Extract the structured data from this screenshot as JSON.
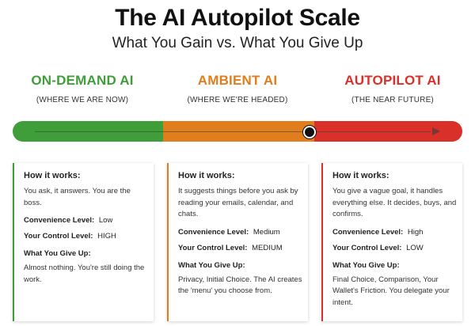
{
  "title": "The AI Autopilot Scale",
  "subtitle": "What You Gain vs. What You Give Up",
  "colors": {
    "green": "#3f9e3a",
    "orange": "#e07e1e",
    "red": "#d9302a"
  },
  "scale": {
    "marker_position": 0.66
  },
  "levels": [
    {
      "name": "ON-DEMAND AI",
      "sub": "(WHERE WE ARE NOW)",
      "card": {
        "how_label": "How it works:",
        "how_text": "You ask, it answers. You are the boss.",
        "convenience_label": "Convenience Level:",
        "convenience_value": "Low",
        "control_label": "Your Control Level:",
        "control_value": "HIGH",
        "give_label": "What You Give Up:",
        "give_text": "Almost nothing. You're still doing the work."
      }
    },
    {
      "name": "AMBIENT AI",
      "sub": "(WHERE WE'RE HEADED)",
      "card": {
        "how_label": "How it works:",
        "how_text": "It suggests things before you ask by reading your emails, calendar, and chats.",
        "convenience_label": "Convenience Level:",
        "convenience_value": "Medium",
        "control_label": "Your Control Level:",
        "control_value": "MEDIUM",
        "give_label": "What You Give Up:",
        "give_text": "Privacy, Initial Choice. The AI creates the 'menu' you choose from."
      }
    },
    {
      "name": "AUTOPILOT AI",
      "sub": "(THE NEAR FUTURE)",
      "card": {
        "how_label": "How it works:",
        "how_text": "You give a vague goal, it handles everything else. It decides, buys, and confirms.",
        "convenience_label": "Convenience Level:",
        "convenience_value": "High",
        "control_label": "Your Control Level:",
        "control_value": "LOW",
        "give_label": "What You Give Up:",
        "give_text": "Final Choice, Comparison, Your Wallet's Friction. You delegate your intent."
      }
    }
  ]
}
